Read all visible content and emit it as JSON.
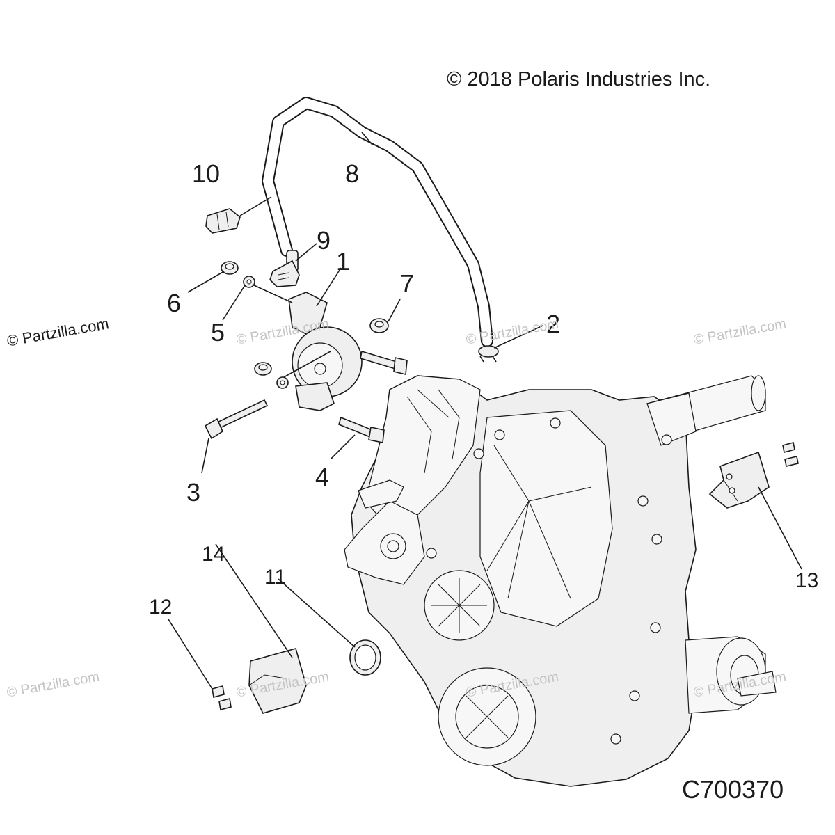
{
  "header": {
    "copyright": "© 2018 Polaris Industries Inc."
  },
  "footer": {
    "diagram_id": "C700370"
  },
  "watermarks": {
    "main": "© Partzilla.com",
    "faint": "© Partzilla.com"
  },
  "callouts": {
    "c1": "1",
    "c2": "2",
    "c3": "3",
    "c4": "4",
    "c5": "5",
    "c6": "6",
    "c7": "7",
    "c8": "8",
    "c9": "9",
    "c10": "10",
    "c11": "11",
    "c12": "12",
    "c13": "13",
    "c14": "14"
  },
  "colors": {
    "line": "#1a1a1a",
    "part_fill": "#efefef",
    "watermark": "#c4c4c4"
  }
}
